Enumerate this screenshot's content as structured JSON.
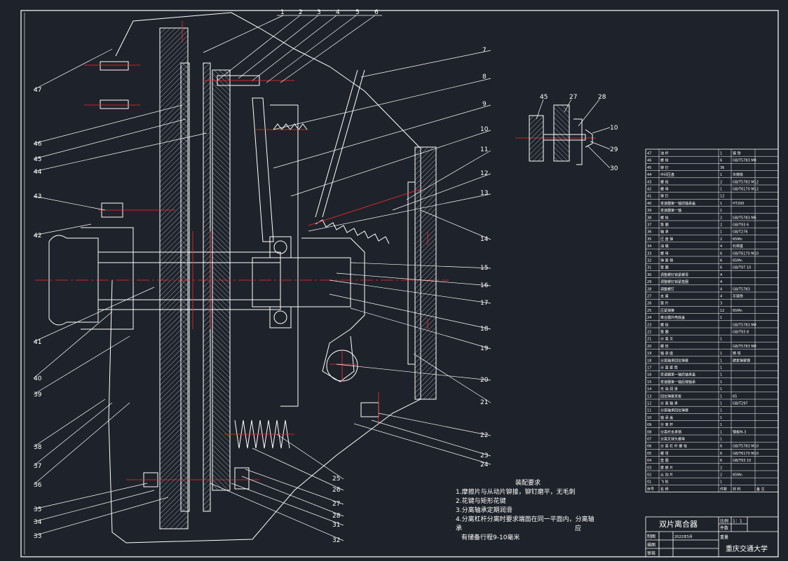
{
  "colors": {
    "background": "#1e222a",
    "line": "#ffffff",
    "center_line": "#ff2a2a",
    "hatch": "#9aa0a8"
  },
  "callouts_top": [
    "1",
    "2",
    "3",
    "4",
    "5",
    "6"
  ],
  "callouts_right": [
    "7",
    "8",
    "9",
    "10",
    "11",
    "12",
    "13",
    "14",
    "15",
    "16",
    "17",
    "18",
    "19",
    "20",
    "21",
    "22",
    "23",
    "24"
  ],
  "callouts_bottom": [
    "25",
    "26",
    "27",
    "28",
    "31",
    "32"
  ],
  "callouts_left": [
    "47",
    "46",
    "45",
    "44",
    "43",
    "42",
    "41",
    "40",
    "39",
    "38",
    "37",
    "36",
    "35",
    "34",
    "33"
  ],
  "detail_callouts": [
    "45",
    "27",
    "28",
    "10",
    "29",
    "30"
  ],
  "technical_requirements": {
    "title": "装配要求",
    "items": [
      "1.摩擦片与从动片铆接，铆钉磨平，无毛刺",
      "2.花键与矩形花键",
      "3.分离轴承定期润滑",
      "4.分离杠杆分离时要求端面在同一平面内，分离轴",
      "承",
      "有储备行程9-10毫米"
    ],
    "tail_char": "应"
  },
  "parts_list": {
    "rows": [
      [
        "47",
        "油 杯",
        "1",
        "铸 铁"
      ],
      [
        "46",
        "螺 栓",
        "6",
        "GB/T5783 M8"
      ],
      [
        "45",
        "铆 钉",
        "36",
        ""
      ],
      [
        "44",
        "中间压盘",
        "1",
        "灰铸铁"
      ],
      [
        "43",
        "螺 栓",
        "2",
        "GB/T5783 M12"
      ],
      [
        "42",
        "螺 母",
        "1",
        "GB/T6170 M12"
      ],
      [
        "41",
        "铆 钉",
        "12",
        ""
      ],
      [
        "40",
        "变速器第一轴前轴承盖",
        "1",
        "HT200"
      ],
      [
        "39",
        "变速器第一轴",
        "1",
        ""
      ],
      [
        "38",
        "螺 栓",
        "2",
        "GB/T5783 M6"
      ],
      [
        "37",
        "垫 圈",
        "2",
        "GB/T93 6"
      ],
      [
        "36",
        "轴 承",
        "1",
        "GB/T276"
      ],
      [
        "35",
        "压 盘 弹",
        "2",
        "65Mn"
      ],
      [
        "34",
        "油 嘴",
        "4",
        "石棉基"
      ],
      [
        "33",
        "螺 母",
        "6",
        "GB/T6170 M10"
      ],
      [
        "32",
        "弹 簧 销",
        "6",
        "65Mn"
      ],
      [
        "31",
        "垫 圈",
        "6",
        "GB/T97 10"
      ],
      [
        "30",
        "调整螺钉锁紧螺母",
        "4",
        ""
      ],
      [
        "29",
        "调整螺钉锁紧垫圈",
        "4",
        ""
      ],
      [
        "28",
        "调整螺钉",
        "4",
        "GB/T5783"
      ],
      [
        "27",
        "支 座",
        "4",
        "灰铸铁"
      ],
      [
        "26",
        "垫 片",
        "3",
        ""
      ],
      [
        "25",
        "压紧弹簧",
        "12",
        "65Mn"
      ],
      [
        "24",
        "离合器外壳底盖",
        "1",
        ""
      ],
      [
        "23",
        "螺 栓",
        "",
        "GB/T5783 M8"
      ],
      [
        "22",
        "垫 圈",
        "",
        "GB/T93 8"
      ],
      [
        "21",
        "分 离 叉",
        "1",
        ""
      ],
      [
        "20",
        "螺 栓",
        "",
        "GB/T5783 M8"
      ],
      [
        "19",
        "轴 承 座",
        "1",
        "铸 铁"
      ],
      [
        "18",
        "分离轴承回位弹簧",
        "1",
        "碳素弹簧钢"
      ],
      [
        "17",
        "分 离 套 筒",
        "1",
        ""
      ],
      [
        "16",
        "变速器第一轴后轴承盖",
        "1",
        ""
      ],
      [
        "15",
        "变速器第一轴后端轴承",
        "1",
        ""
      ],
      [
        "14",
        "无 油 润 滑",
        "1",
        ""
      ],
      [
        "13",
        "回位弹簧夹板",
        "1",
        "65"
      ],
      [
        "12",
        "分 离 轴 承",
        "1",
        "GB/T297"
      ],
      [
        "11",
        "分离轴承回位弹簧",
        "1",
        ""
      ],
      [
        "10",
        "轴 承 盖",
        "1",
        ""
      ],
      [
        "09",
        "分 离 杆",
        "1",
        ""
      ],
      [
        "08",
        "分离杆支承销",
        "1",
        "钢板M-3"
      ],
      [
        "07",
        "分离叉球头螺母",
        "1",
        ""
      ],
      [
        "06",
        "分 离 杠 杆 螺 栓",
        "6",
        "GB/T5783 M10"
      ],
      [
        "05",
        "螺 母",
        "6",
        "GB/T6170 M10"
      ],
      [
        "04",
        "垫 圈",
        "6",
        "GB/T93 10"
      ],
      [
        "03",
        "摩 擦 片",
        "2",
        ""
      ],
      [
        "02",
        "从 动 片",
        "2",
        "65Mn"
      ],
      [
        "01",
        "飞 轮",
        "1",
        ""
      ]
    ],
    "header": [
      "序号",
      "名 称",
      "件数",
      "材 料",
      "备 注"
    ],
    "row_25_note": "",
    "assembly_name": "双片离合器",
    "scale_label": "比例",
    "scale_value": "1：1",
    "piece_label": "件数",
    "weight_label": "重量",
    "drawn_label": "制图",
    "drawn_date": "2022年5月",
    "design_label": "描图",
    "check_label": "审核",
    "school": "重庆交通大学"
  }
}
